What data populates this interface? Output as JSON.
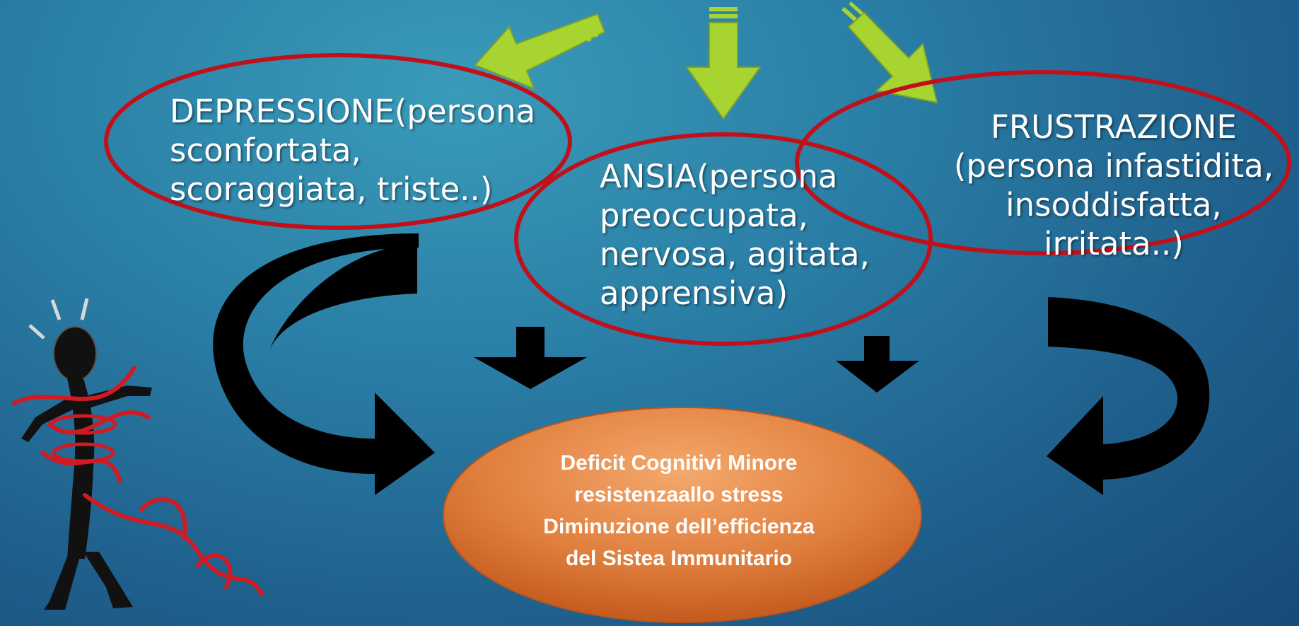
{
  "nodes": {
    "depressione": {
      "lines": [
        "DEPRESSIONE(persona",
        "sconfortata,",
        "scoraggiata, triste..)"
      ]
    },
    "ansia": {
      "lines": [
        "ANSIA(persona",
        "preoccupata,",
        "nervosa, agitata,",
        "apprensiva)"
      ]
    },
    "frustrazione": {
      "lines": [
        "FRUSTRAZIONE",
        "(persona infastidita,",
        "insoddisfatta,",
        "irritata..)"
      ]
    },
    "effetti": {
      "lines": [
        "Deficit Cognitivi Minore",
        "resistenzaallo stress",
        "Diminuzione dell’efficienza",
        "del Sistea Immunitario"
      ]
    }
  },
  "colors": {
    "oval_border": "#c0111a",
    "green_arrow": "#a8d432",
    "black_arrow": "#000000",
    "result_fill_top": "#f2a066",
    "result_fill_bottom": "#c8581f",
    "text": "#ffffff"
  },
  "illustration": "stick-figure-tangled-in-red-ribbon"
}
